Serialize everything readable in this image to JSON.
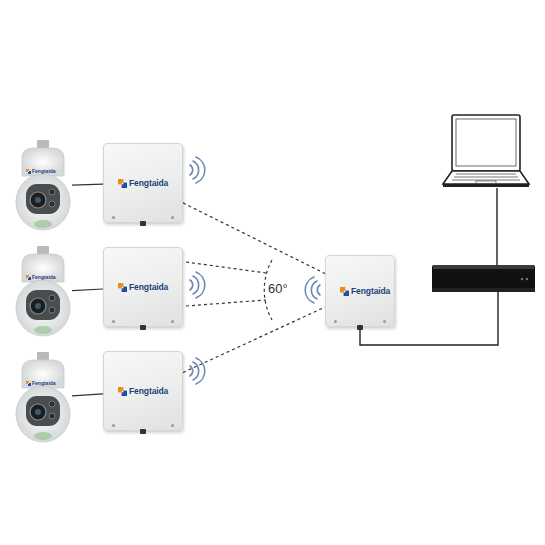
{
  "diagram": {
    "nodes": [
      {
        "text": [
          "Fengtaida"
        ]
      },
      {
        "text": [
          "Fengtaida"
        ]
      },
      {
        "text": [
          "Fengtaida"
        ]
      },
      {
        "text": [
          "Fengtaida"
        ]
      },
      {
        "text": [
          "Fengtaida"
        ]
      },
      {
        "text": [
          "Fengtaida"
        ]
      },
      {
        "text": [
          "Fengtaida"
        ]
      }
    ],
    "edges": [
      {
        "from": 0,
        "to": 1,
        "arrow": "none"
      },
      {
        "from": 1,
        "to": 6,
        "arrow": "none"
      },
      {
        "from": 2,
        "to": 3,
        "arrow": "none"
      },
      {
        "from": 4,
        "to": 5,
        "arrow": "none"
      },
      {
        "from": 5,
        "to": 6,
        "arrow": "none"
      }
    ],
    "labels": [
      "60°"
    ]
  }
}
